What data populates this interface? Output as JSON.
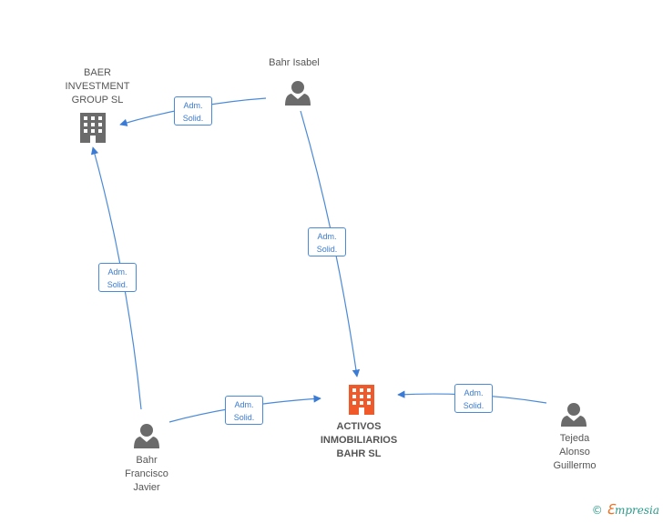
{
  "nodes": {
    "baer": {
      "label": "BAER\nINVESTMENT\nGROUP SL",
      "type": "company",
      "color": "#6b6b6b"
    },
    "bahr_isabel": {
      "label": "Bahr Isabel",
      "type": "person",
      "color": "#6b6b6b"
    },
    "activos": {
      "label": "ACTIVOS\nINMOBILIARIOS\nBAHR SL",
      "type": "company",
      "color": "#f0592a"
    },
    "bahr_francisco": {
      "label": "Bahr\nFrancisco\nJavier",
      "type": "person",
      "color": "#6b6b6b"
    },
    "tejeda": {
      "label": "Tejeda\nAlonso\nGuillermo",
      "type": "person",
      "color": "#6b6b6b"
    }
  },
  "edges": {
    "isabel_baer": {
      "line1": "Adm.",
      "line2": "Solid."
    },
    "isabel_activos": {
      "line1": "Adm.",
      "line2": "Solid."
    },
    "francisco_baer": {
      "line1": "Adm.",
      "line2": "Solid."
    },
    "francisco_activos": {
      "line1": "Adm.",
      "line2": "Solid."
    },
    "tejeda_activos": {
      "line1": "Adm.",
      "line2": "Solid."
    }
  },
  "colors": {
    "edge": "#4a8ad8",
    "person": "#6b6b6b",
    "company_main": "#f0592a",
    "company": "#6b6b6b"
  },
  "footer": {
    "copyright": "©",
    "brand_e": "ℇ",
    "brand_rest": "mpresia"
  }
}
